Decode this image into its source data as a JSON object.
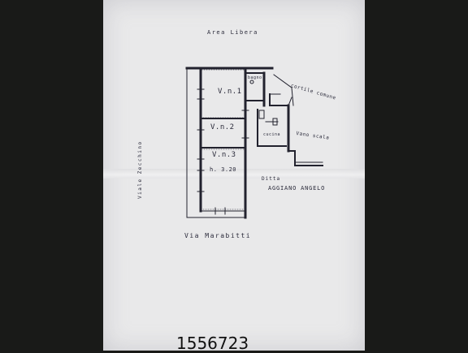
{
  "document": {
    "area_label": "Area Libera",
    "cortile_label": "cortile comune",
    "bagno_label": "bagno",
    "room_1": "V.n.1",
    "room_2": "V.n.2",
    "room_3": "V.n.3",
    "height_label": "h. 3.20",
    "cucina_label": "cucina",
    "vano_scala_label": "Vano scala",
    "ditta_label": "Ditta",
    "owner_label": "AGGIANO ANGELO",
    "viale_label": "Viale Zecchino",
    "via_label": "Via Marabitti",
    "number": "1556723"
  },
  "colors": {
    "background": "#191a18",
    "paper": "#e9e9ea",
    "ink": "#2a2a3a"
  }
}
